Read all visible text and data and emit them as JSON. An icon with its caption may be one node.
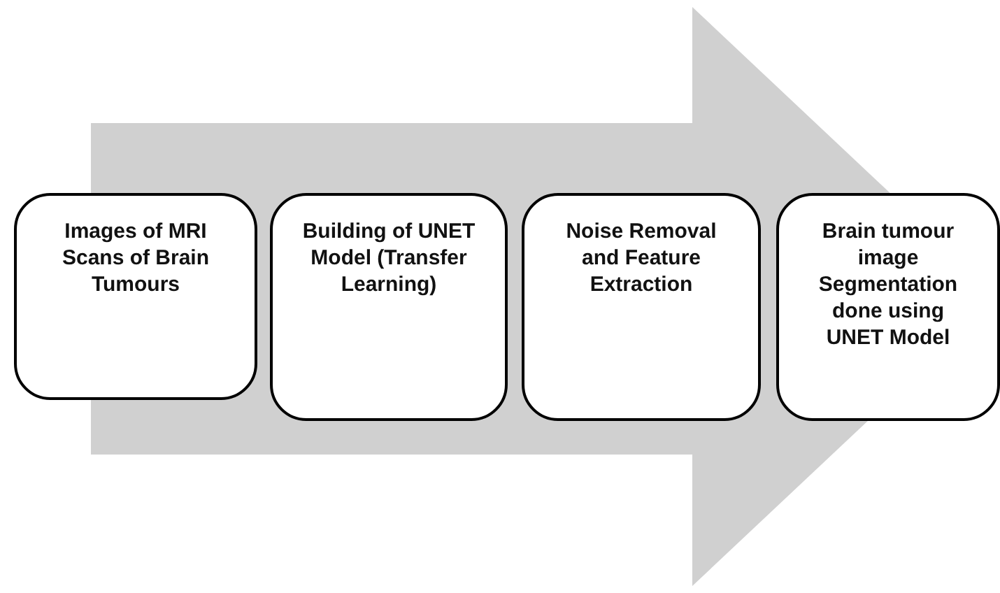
{
  "diagram": {
    "nodes": [
      {
        "text": [
          "Images of MRI Scans of Brain Tumours"
        ]
      },
      {
        "text": [
          "Building of UNET Model (Transfer Learning)"
        ]
      },
      {
        "text": [
          "Noise Removal and Feature Extraction"
        ]
      },
      {
        "text": [
          "Brain tumour image Segmentation done using UNET Model"
        ]
      }
    ],
    "edges": [
      {
        "from": 0,
        "to": 3,
        "arrow": "to"
      }
    ]
  }
}
